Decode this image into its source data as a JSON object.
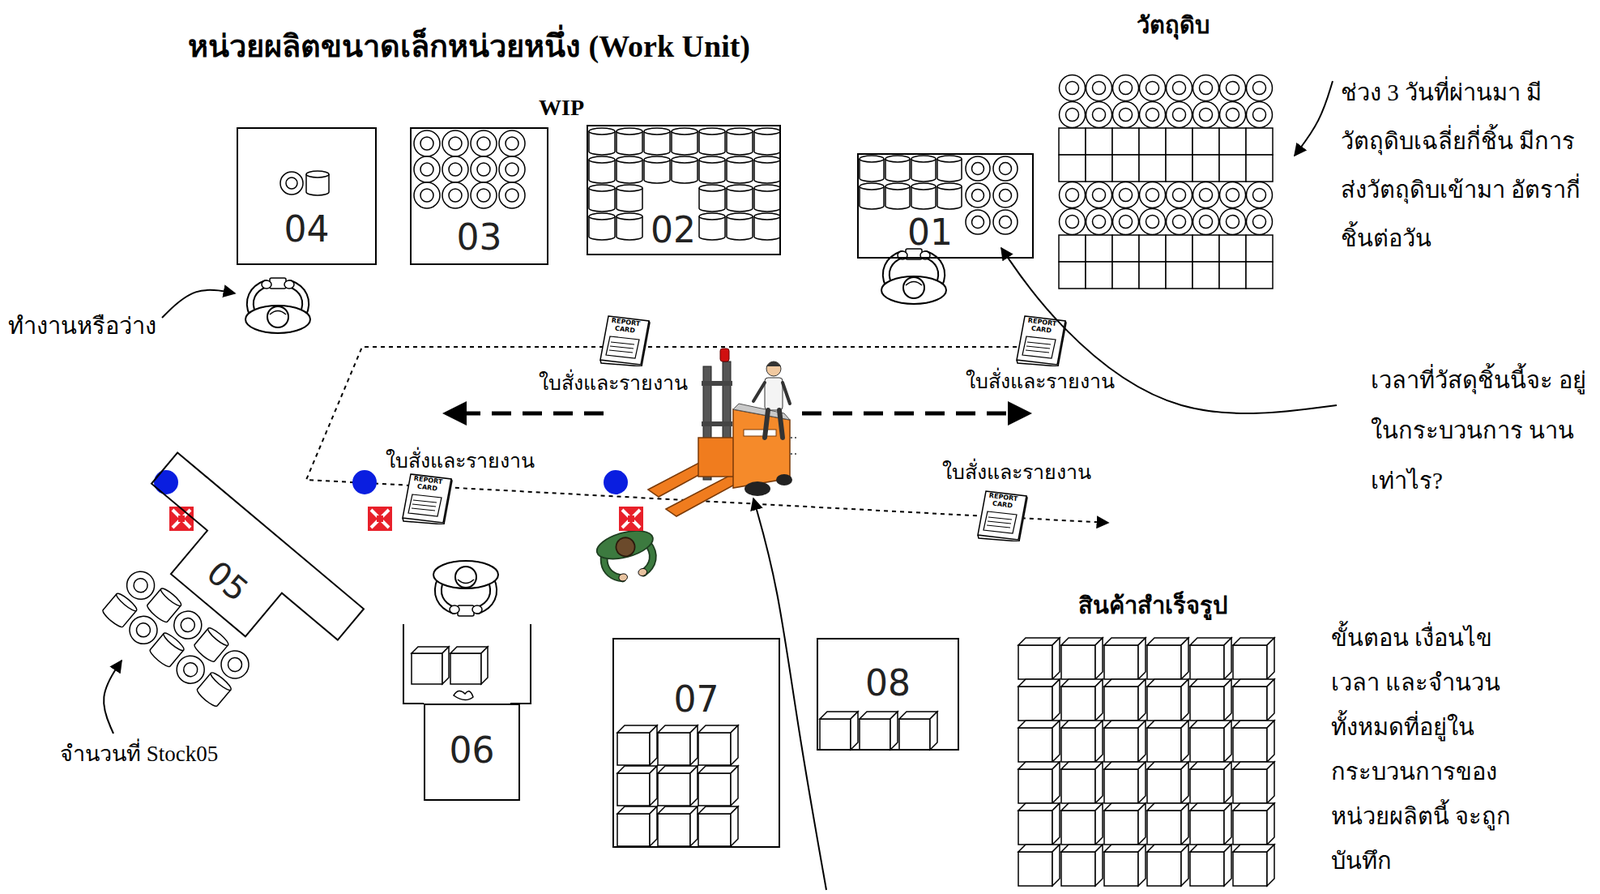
{
  "diagram": {
    "title": "หน่วยผลิตขนาดเล็กหน่วยหนึ่ง (Work Unit)",
    "nodes": [
      {
        "text": [
          "04"
        ]
      },
      {
        "text": [
          "03"
        ]
      },
      {
        "text": [
          "02"
        ]
      },
      {
        "text": [
          "01"
        ]
      },
      {
        "text": [
          "วัตถุดิบ"
        ]
      },
      {
        "text": [
          "05"
        ]
      },
      {
        "text": [
          "06"
        ]
      },
      {
        "text": [
          "07"
        ]
      },
      {
        "text": [
          "08"
        ]
      },
      {
        "text": [
          "สินค้าสำเร็จรูป"
        ]
      }
    ],
    "labels": [
      "WIP",
      "ช่วง 3 วันที่ผ่านมา มีวัตถุดิบเฉลี่ยกี่ชิ้น มีการส่งวัตถุดิบเข้ามา อัตรากี่ชิ้นต่อวัน",
      "ทำงานหรือว่าง",
      "REPORT CARD",
      "ใบสั่งและรายงาน",
      "REPORT CARD",
      "ใบสั่งและรายงาน",
      "เวลาที่วัสดุชิ้นนี้จะ อยู่ในกระบวนการ นานเท่าไร?",
      "ใบสั่งและรายงาน",
      "REPORT CARD",
      "ใบสั่งและรายงาน",
      "REPORT CARD",
      "จำนวนที่ Stock05",
      "ขั้นตอน เงื่อนไข เวลา และจำนวน ทั้งหมดที่อยู่ใน กระบวนการของ หน่วยผลิตนี้ จะถูกบันทึก"
    ]
  }
}
